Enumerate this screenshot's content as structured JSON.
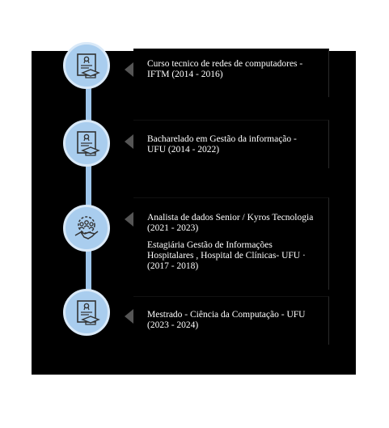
{
  "timeline": {
    "items": [
      {
        "icon": "diploma-graduation-icon",
        "lines": [
          "Curso tecnico de redes de computadores - IFTM (2014 - 2016)"
        ]
      },
      {
        "icon": "diploma-graduation-icon",
        "lines": [
          "Bacharelado em Gestão da informação - UFU (2014 - 2022)"
        ]
      },
      {
        "icon": "team-handshake-icon",
        "lines": [
          "Analista de dados Senior / Kyros Tecnologia (2021 - 2023)",
          "Estagiária Gestão de Informações Hospitalares , Hospital de Clínicas- UFU · (2017 - 2018)"
        ]
      },
      {
        "icon": "diploma-graduation-icon",
        "lines": [
          "Mestrado - Ciência da Computação - UFU (2023 - 2024)"
        ]
      }
    ],
    "colors": {
      "node": "#a9cdee",
      "connector": "#9ec5ea",
      "card": "#000000",
      "text": "#ffffff"
    }
  }
}
